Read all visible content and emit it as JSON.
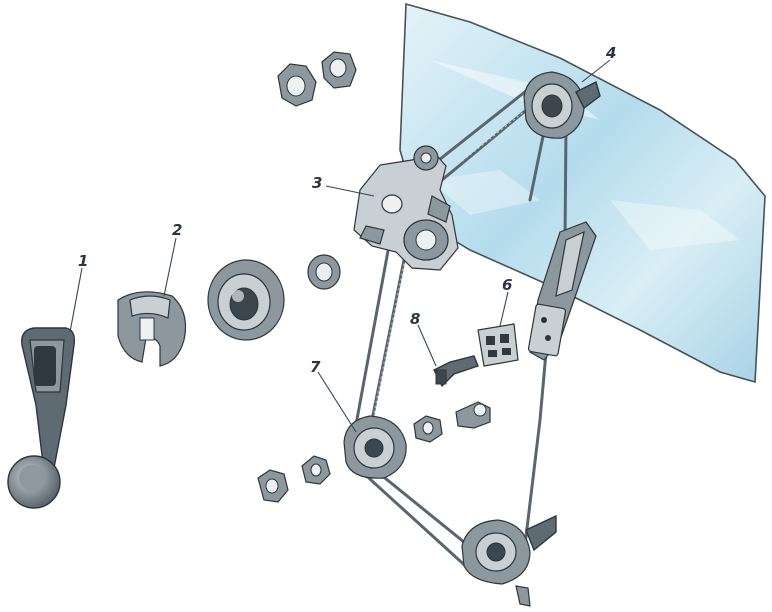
{
  "diagram": {
    "callouts": {
      "c1": "1",
      "c2": "2",
      "c3": "3",
      "c4": "4",
      "c6": "6",
      "c7": "7",
      "c8": "8"
    },
    "colors": {
      "glass_light": "#dceff6",
      "glass_mid": "#a8d6e8",
      "part_dark": "#5f6b73",
      "outline": "#2d363d"
    }
  }
}
